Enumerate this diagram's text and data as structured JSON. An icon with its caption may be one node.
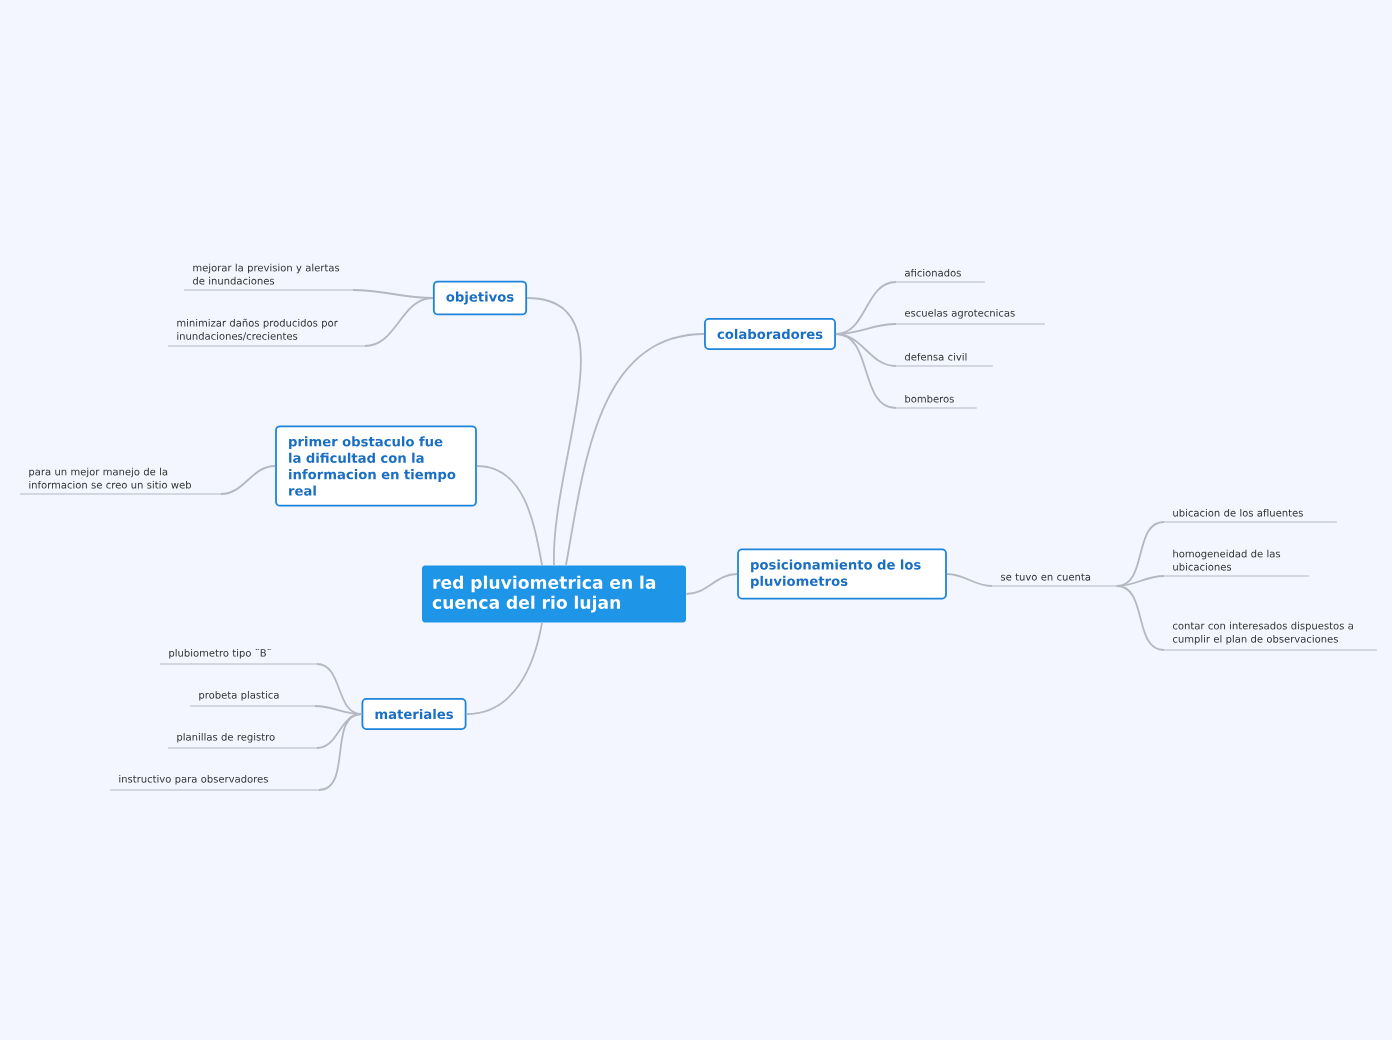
{
  "diagram": {
    "nodes": [
      {
        "text": [
          "red pluviometrica en la cuenca del rio lujan"
        ]
      },
      {
        "text": [
          "objetivos"
        ]
      },
      {
        "text": [
          "mejorar la prevision y alertas de inundaciones"
        ]
      },
      {
        "text": [
          "minimizar daños producidos por inundaciones/crecientes"
        ]
      },
      {
        "text": [
          "primer obstaculo fue la dificultad con la informacion en tiempo real"
        ]
      },
      {
        "text": [
          "para un mejor manejo de la informacion se creo un sitio web"
        ]
      },
      {
        "text": [
          "materiales"
        ]
      },
      {
        "text": [
          "plubiometro tipo ¨B¨"
        ]
      },
      {
        "text": [
          "probeta plastica"
        ]
      },
      {
        "text": [
          "planillas de registro"
        ]
      },
      {
        "text": [
          "instructivo para observadores"
        ]
      },
      {
        "text": [
          "colaboradores"
        ]
      },
      {
        "text": [
          "aficionados"
        ]
      },
      {
        "text": [
          "escuelas agrotecnicas"
        ]
      },
      {
        "text": [
          "defensa civil"
        ]
      },
      {
        "text": [
          "bomberos"
        ]
      },
      {
        "text": [
          "posicionamiento de los pluviometros"
        ]
      },
      {
        "text": [
          "se tuvo en cuenta"
        ]
      },
      {
        "text": [
          "ubicacion de los afluentes"
        ]
      },
      {
        "text": [
          "homogeneidad de las ubicaciones"
        ]
      },
      {
        "text": [
          "contar con interesados dispuestos a cumplir el plan de observaciones"
        ]
      }
    ],
    "edges": [
      {
        "from": 0,
        "to": 1,
        "arrow": "none"
      },
      {
        "from": 1,
        "to": 2,
        "arrow": "none"
      },
      {
        "from": 1,
        "to": 3,
        "arrow": "none"
      },
      {
        "from": 0,
        "to": 4,
        "arrow": "none"
      },
      {
        "from": 4,
        "to": 5,
        "arrow": "none"
      },
      {
        "from": 0,
        "to": 6,
        "arrow": "none"
      },
      {
        "from": 6,
        "to": 7,
        "arrow": "none"
      },
      {
        "from": 6,
        "to": 8,
        "arrow": "none"
      },
      {
        "from": 6,
        "to": 9,
        "arrow": "none"
      },
      {
        "from": 6,
        "to": 10,
        "arrow": "none"
      },
      {
        "from": 0,
        "to": 11,
        "arrow": "none"
      },
      {
        "from": 11,
        "to": 12,
        "arrow": "none"
      },
      {
        "from": 11,
        "to": 13,
        "arrow": "none"
      },
      {
        "from": 11,
        "to": 14,
        "arrow": "none"
      },
      {
        "from": 11,
        "to": 15,
        "arrow": "none"
      },
      {
        "from": 0,
        "to": 16,
        "arrow": "none"
      },
      {
        "from": 16,
        "to": 17,
        "arrow": "none"
      },
      {
        "from": 17,
        "to": 18,
        "arrow": "none"
      },
      {
        "from": 17,
        "to": 19,
        "arrow": "none"
      },
      {
        "from": 17,
        "to": 20,
        "arrow": "none"
      }
    ]
  }
}
